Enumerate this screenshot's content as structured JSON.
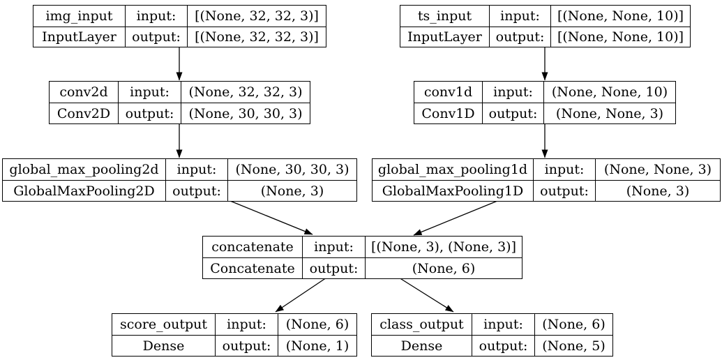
{
  "diagram": {
    "kind": "keras-model-architecture-plot",
    "labels": {
      "input": "input:",
      "output": "output:"
    },
    "nodes": [
      {
        "id": "img_input",
        "name": "img_input",
        "class": "InputLayer",
        "input_shape": "[(None, 32, 32, 3)]",
        "output_shape": "[(None, 32, 32, 3)]"
      },
      {
        "id": "ts_input",
        "name": "ts_input",
        "class": "InputLayer",
        "input_shape": "[(None, None, 10)]",
        "output_shape": "[(None, None, 10)]"
      },
      {
        "id": "conv2d",
        "name": "conv2d",
        "class": "Conv2D",
        "input_shape": "(None, 32, 32, 3)",
        "output_shape": "(None, 30, 30, 3)"
      },
      {
        "id": "conv1d",
        "name": "conv1d",
        "class": "Conv1D",
        "input_shape": "(None, None, 10)",
        "output_shape": "(None, None, 3)"
      },
      {
        "id": "global_max_pooling2d",
        "name": "global_max_pooling2d",
        "class": "GlobalMaxPooling2D",
        "input_shape": "(None, 30, 30, 3)",
        "output_shape": "(None, 3)"
      },
      {
        "id": "global_max_pooling1d",
        "name": "global_max_pooling1d",
        "class": "GlobalMaxPooling1D",
        "input_shape": "(None, None, 3)",
        "output_shape": "(None, 3)"
      },
      {
        "id": "concatenate",
        "name": "concatenate",
        "class": "Concatenate",
        "input_shape": "[(None, 3), (None, 3)]",
        "output_shape": "(None, 6)"
      },
      {
        "id": "score_output",
        "name": "score_output",
        "class": "Dense",
        "input_shape": "(None, 6)",
        "output_shape": "(None, 1)"
      },
      {
        "id": "class_output",
        "name": "class_output",
        "class": "Dense",
        "input_shape": "(None, 6)",
        "output_shape": "(None, 5)"
      }
    ],
    "edges": [
      {
        "from": "img_input",
        "to": "conv2d"
      },
      {
        "from": "ts_input",
        "to": "conv1d"
      },
      {
        "from": "conv2d",
        "to": "global_max_pooling2d"
      },
      {
        "from": "conv1d",
        "to": "global_max_pooling1d"
      },
      {
        "from": "global_max_pooling2d",
        "to": "concatenate"
      },
      {
        "from": "global_max_pooling1d",
        "to": "concatenate"
      },
      {
        "from": "concatenate",
        "to": "score_output"
      },
      {
        "from": "concatenate",
        "to": "class_output"
      }
    ],
    "colors": {
      "node_border": "#000000",
      "edge": "#000000",
      "background": "#ffffff"
    }
  }
}
